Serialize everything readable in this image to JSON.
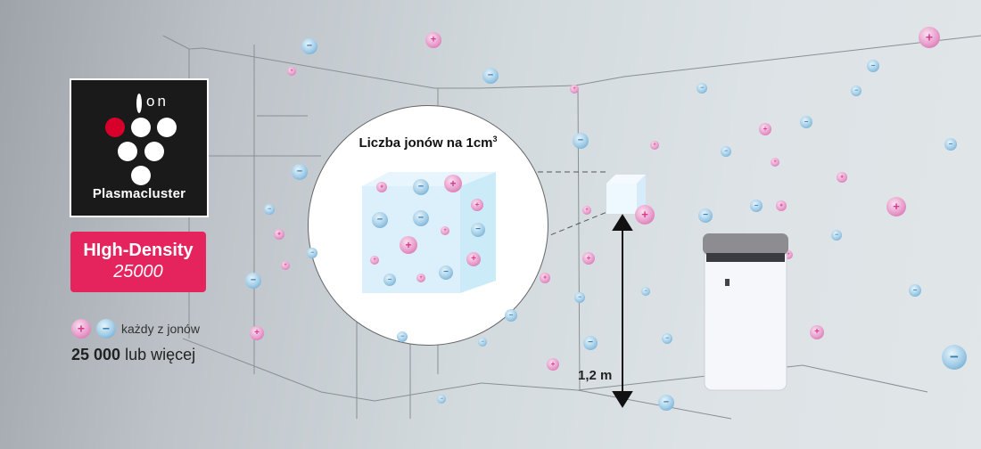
{
  "logo": {
    "ion_text": "on",
    "brand": "Plasmacluster",
    "accent_color": "#d6002a"
  },
  "badge": {
    "line1": "HIgh-Density",
    "line2": "25000",
    "color": "#e5245e"
  },
  "legend": {
    "each_ion_label": "każdy z jonów",
    "count_bold": "25 000",
    "count_suffix": " lub więcej"
  },
  "magnifier": {
    "title": "Liczba jonów na 1cm",
    "superscript": "3"
  },
  "measurement": {
    "height_label": "1,2 m"
  },
  "ion_symbols": {
    "plus": "+",
    "minus": "−"
  }
}
